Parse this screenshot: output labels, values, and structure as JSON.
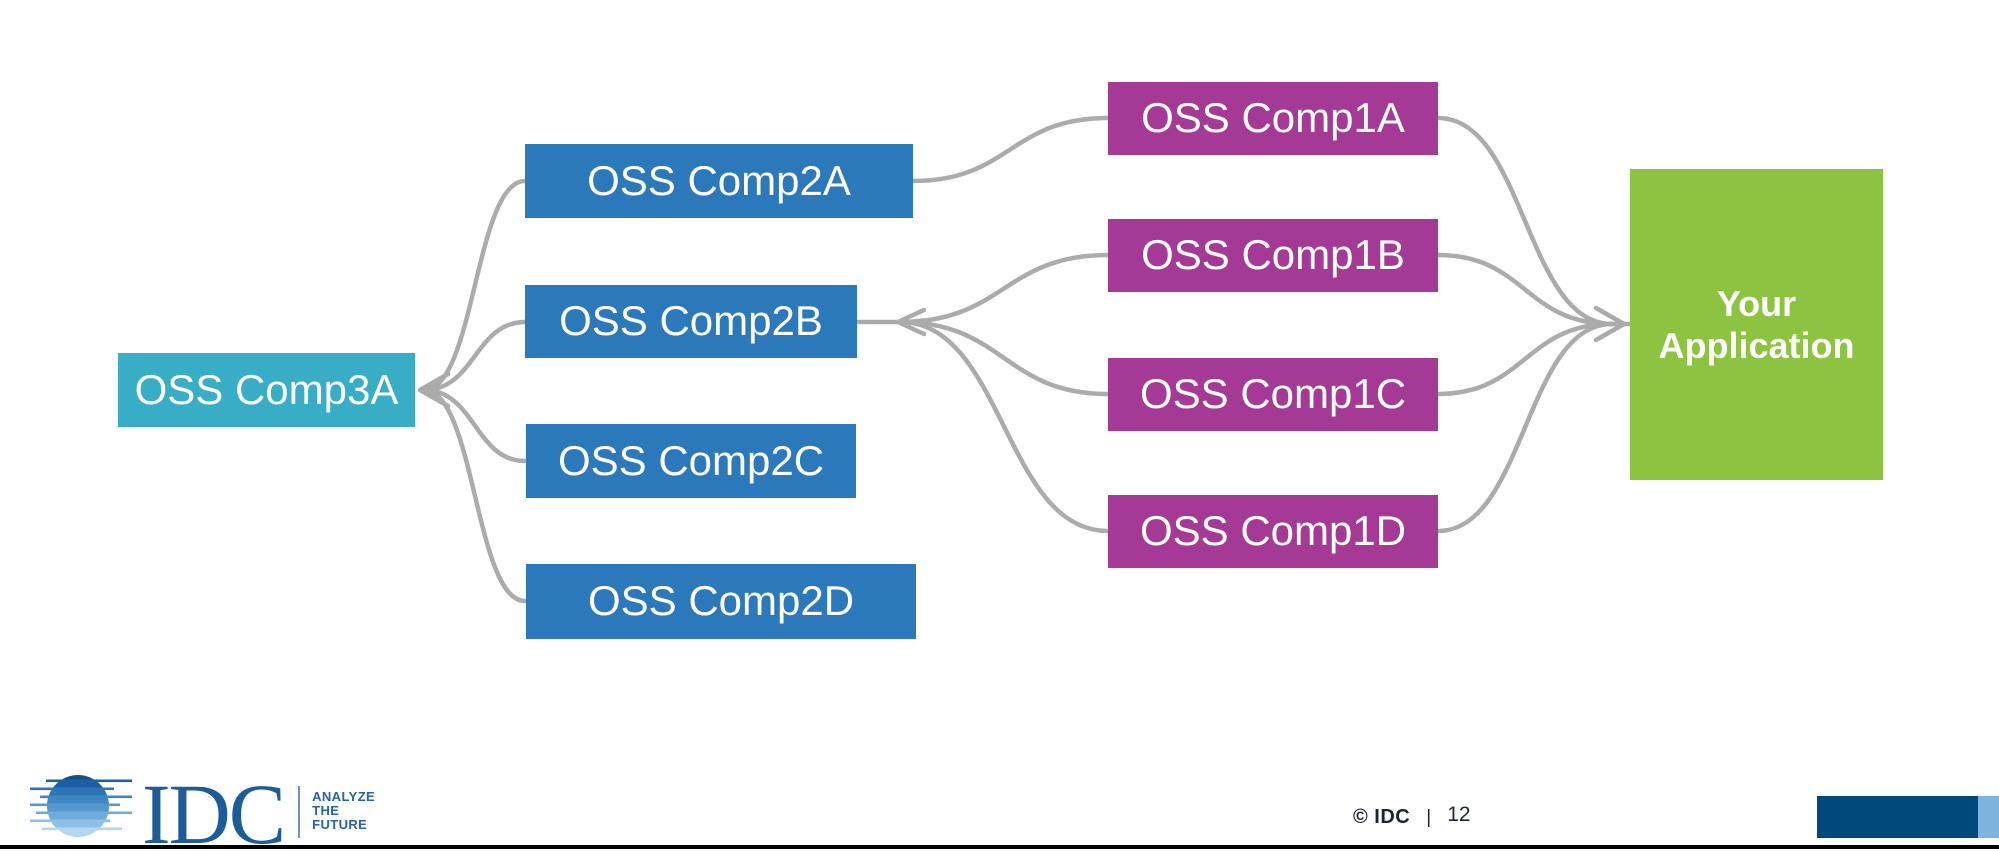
{
  "diagram": {
    "nodes": [
      {
        "id": "comp3a",
        "label": "OSS Comp3A",
        "color_role": "teal"
      },
      {
        "id": "comp2a",
        "label": "OSS Comp2A",
        "color_role": "blue"
      },
      {
        "id": "comp2b",
        "label": "OSS Comp2B",
        "color_role": "blue"
      },
      {
        "id": "comp2c",
        "label": "OSS Comp2C",
        "color_role": "blue"
      },
      {
        "id": "comp2d",
        "label": "OSS Comp2D",
        "color_role": "blue"
      },
      {
        "id": "comp1a",
        "label": "OSS Comp1A",
        "color_role": "magenta"
      },
      {
        "id": "comp1b",
        "label": "OSS Comp1B",
        "color_role": "magenta"
      },
      {
        "id": "comp1c",
        "label": "OSS Comp1C",
        "color_role": "magenta"
      },
      {
        "id": "comp1d",
        "label": "OSS Comp1D",
        "color_role": "magenta"
      },
      {
        "id": "app",
        "label": "Your Application",
        "color_role": "green"
      }
    ],
    "edges": [
      {
        "source": "comp2a",
        "target": "comp3a"
      },
      {
        "source": "comp2b",
        "target": "comp3a"
      },
      {
        "source": "comp2c",
        "target": "comp3a"
      },
      {
        "source": "comp2d",
        "target": "comp3a"
      },
      {
        "source": "comp1a",
        "target": "comp2a"
      },
      {
        "source": "comp1b",
        "target": "comp2b"
      },
      {
        "source": "comp1c",
        "target": "comp2b"
      },
      {
        "source": "comp1d",
        "target": "comp2b"
      },
      {
        "source": "comp1a",
        "target": "app"
      },
      {
        "source": "comp1b",
        "target": "app"
      },
      {
        "source": "comp1c",
        "target": "app"
      },
      {
        "source": "comp1d",
        "target": "app"
      }
    ],
    "arrowheads": [
      "into-comp3a",
      "into-comp2b",
      "into-app"
    ]
  },
  "footer": {
    "copyright": "© IDC",
    "separator": "|",
    "page_number": "12",
    "logo_text": "IDC",
    "tagline_line1": "ANALYZE",
    "tagline_line2": "THE",
    "tagline_line3": "FUTURE"
  },
  "colors": {
    "teal": "#38ADC6",
    "blue": "#2B79BA",
    "magenta": "#A43A96",
    "green": "#8CC341",
    "connector": "#ABABAB",
    "footer_navy": "#00497B",
    "footer_light_blue": "#7EB3DE",
    "idc_navy": "#1E5C97",
    "footer_text": "#1D2433"
  }
}
